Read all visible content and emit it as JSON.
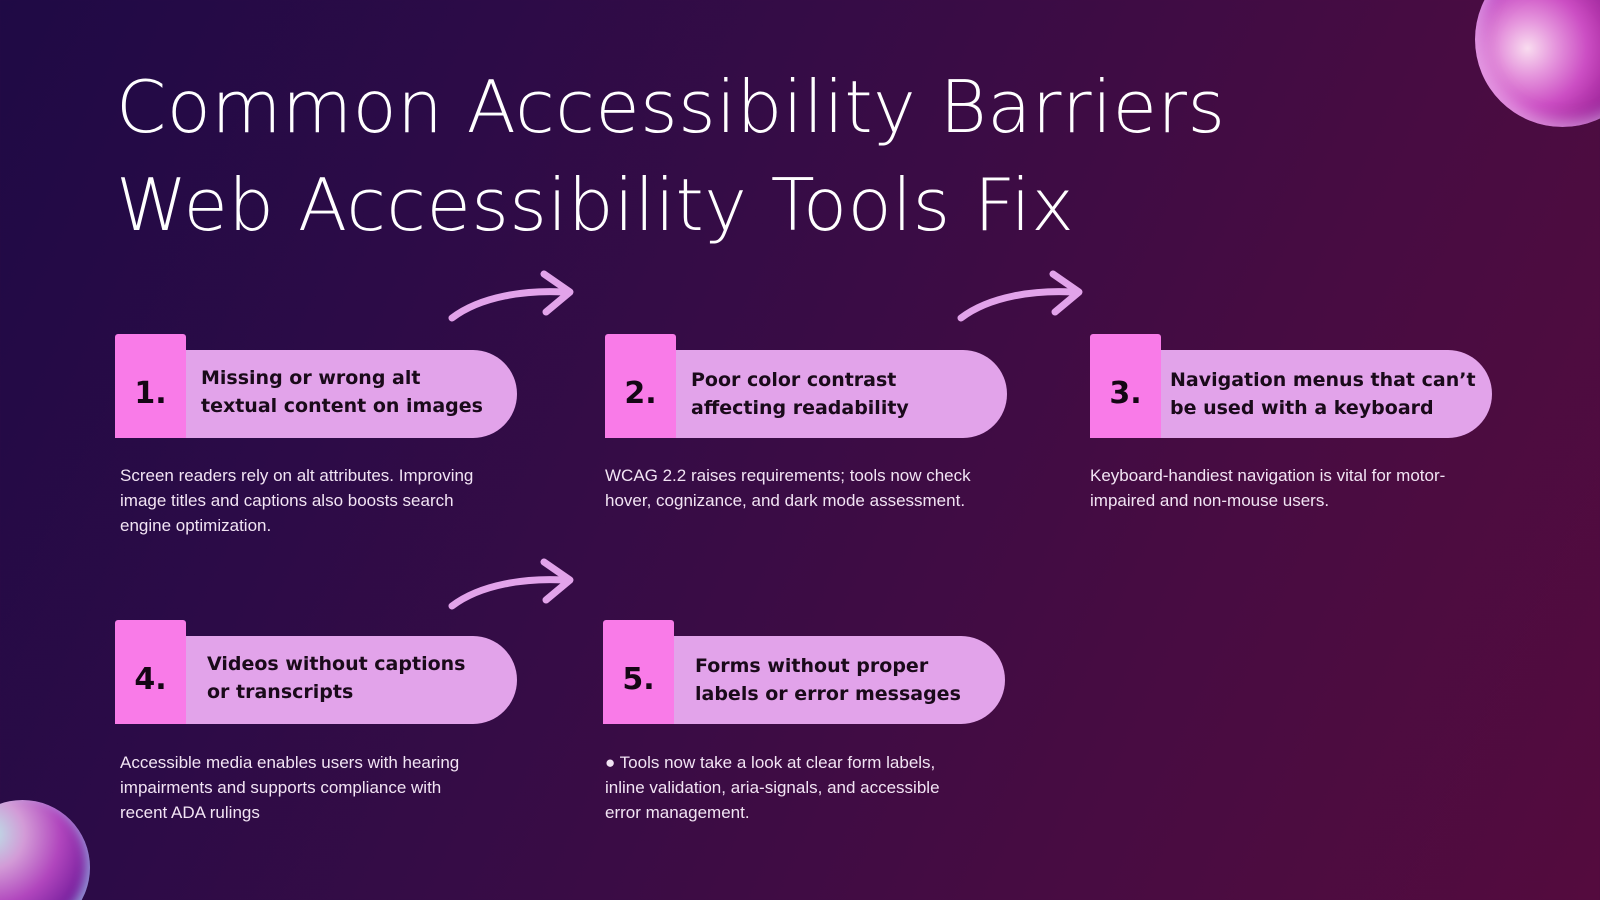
{
  "title": {
    "line1": "Common Accessibility Barriers",
    "line2": "Web Accessibility Tools Fix"
  },
  "colors": {
    "background_start": "#1f0a45",
    "background_end": "#540b3e",
    "number_box": "#f97be8",
    "pill": "#e2a3ea",
    "arrow": "#e2a3ea",
    "heading_text": "#1a0a1a",
    "body_text": "#f2e4f4"
  },
  "items": [
    {
      "number": "1.",
      "heading": "Missing or wrong alt\ntextual content on images",
      "description": "Screen readers rely on alt attributes. Improving\nimage titles and captions also boosts search\nengine optimization."
    },
    {
      "number": "2.",
      "heading": "Poor color contrast\naffecting readability",
      "description": "WCAG 2.2 raises requirements; tools now check\nhover, cognizance, and dark mode assessment."
    },
    {
      "number": "3.",
      "heading": "Navigation menus that can’t\nbe used with a keyboard",
      "description": "Keyboard-handiest navigation is vital for motor-\nimpaired and non-mouse users."
    },
    {
      "number": "4.",
      "heading": "Videos without captions\nor transcripts",
      "description": "Accessible media enables users with hearing\nimpairments and supports compliance with\nrecent ADA rulings"
    },
    {
      "number": "5.",
      "heading": "Forms without proper\nlabels or error messages",
      "description": "● Tools now take a look at clear form labels,\ninline validation, aria-signals, and accessible\nerror management."
    }
  ],
  "decorations": {
    "arrows": [
      "arrow-right-icon",
      "arrow-right-icon",
      "arrow-right-icon"
    ],
    "spheres": [
      "sphere-top-right",
      "sphere-bottom-left"
    ]
  }
}
